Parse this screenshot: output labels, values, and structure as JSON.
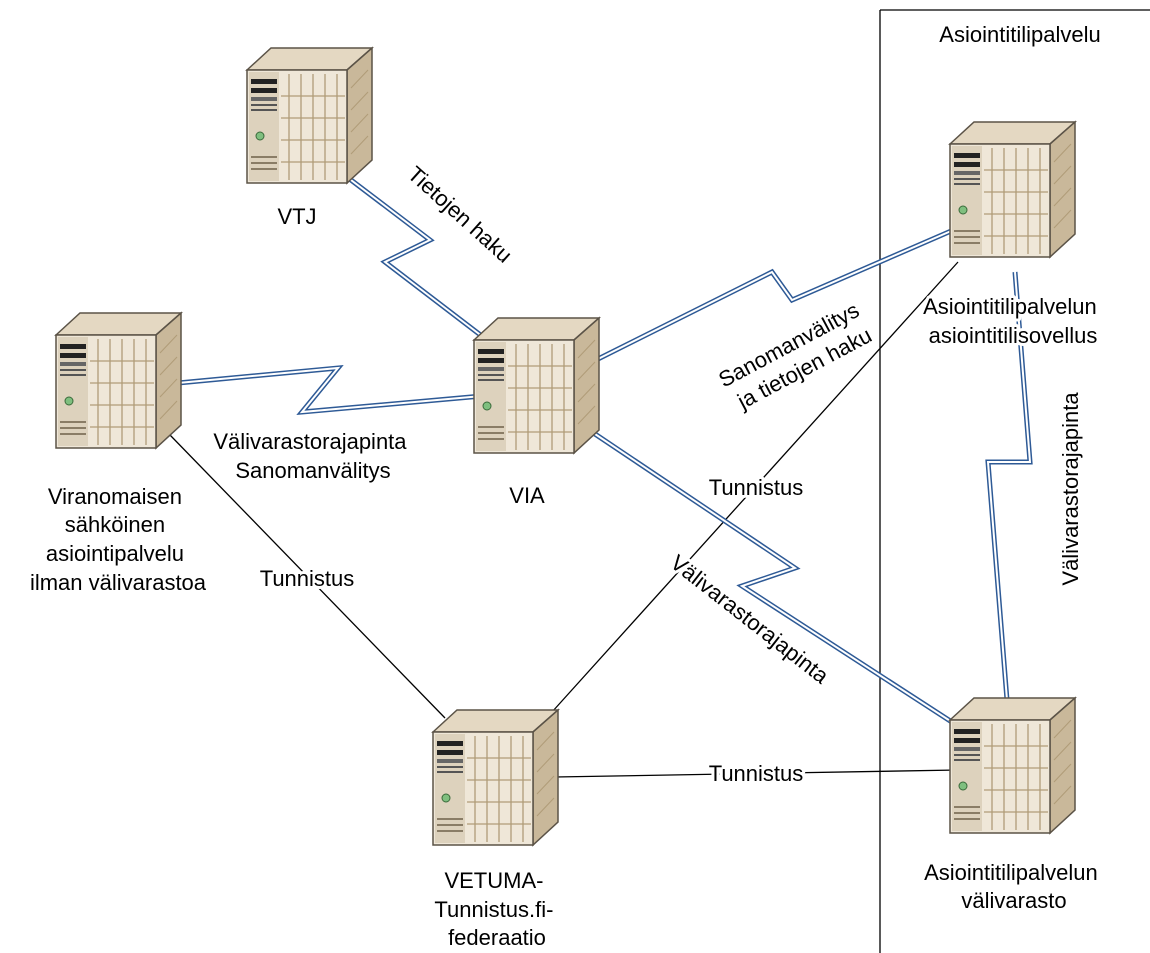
{
  "zone": {
    "title": "Asiointitilipalvelu"
  },
  "servers": {
    "vtj": {
      "label_lines": [
        "VTJ"
      ]
    },
    "via": {
      "label_lines": [
        "VIA"
      ]
    },
    "viranomainen": {
      "label_lines": [
        "Viranomaisen",
        "sähköinen",
        "asiointipalvelu",
        "ilman välivarastoa"
      ]
    },
    "vetuma": {
      "label_lines": [
        "VETUMA-",
        "Tunnistus.fi-",
        "federaatio"
      ]
    },
    "app": {
      "label_lines": [
        "Asiointitilipalvelun",
        "asiointitilisovellus"
      ]
    },
    "storage": {
      "label_lines": [
        "Asiointitilipalvelun",
        "välivarasto"
      ]
    }
  },
  "connections": {
    "vtj_via": {
      "label_lines": [
        "Tietojen haku"
      ]
    },
    "viranomainen_via": {
      "label_lines": [
        "Välivarastorajapinta",
        "Sanomanvälitys"
      ]
    },
    "via_app": {
      "label_lines": [
        "Sanomanvälitys",
        "ja tietojen haku"
      ]
    },
    "via_storage": {
      "label_lines": [
        "Välivarastorajapinta"
      ]
    },
    "app_storage": {
      "label_lines": [
        "Välivarastorajapinta"
      ]
    },
    "viranomainen_vetuma": {
      "label_lines": [
        "Tunnistus"
      ]
    },
    "vetuma_app": {
      "label_lines": [
        "Tunnistus"
      ]
    },
    "vetuma_storage": {
      "label_lines": [
        "Tunnistus"
      ]
    }
  },
  "colors": {
    "link_line": "#2e5a96",
    "auth_line": "#000000",
    "server_front": "#efe7d8",
    "server_side": "#c9b89a",
    "server_top": "#e4d8c2",
    "server_edge": "#5b5347",
    "status_led": "#7fbf7f"
  }
}
